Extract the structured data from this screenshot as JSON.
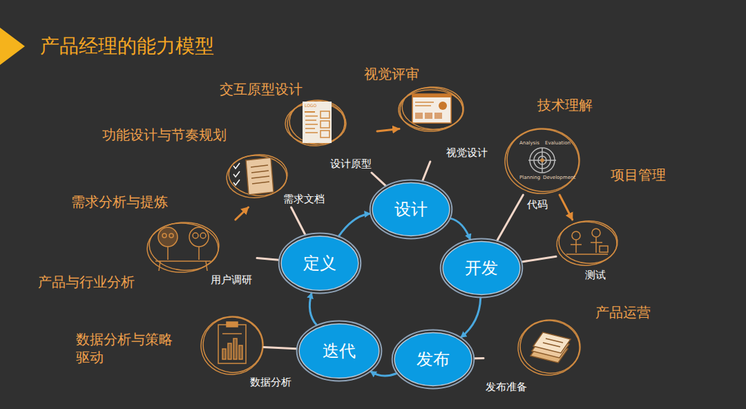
{
  "diagram": {
    "title": "产品经理的能力模型",
    "nodes": [
      {
        "text": [
          "定义"
        ]
      },
      {
        "text": [
          "设计"
        ]
      },
      {
        "text": [
          "开发"
        ]
      },
      {
        "text": [
          "发布"
        ]
      },
      {
        "text": [
          "迭代"
        ]
      },
      {
        "text": [
          "设计原型"
        ]
      },
      {
        "text": [
          "视觉设计"
        ]
      },
      {
        "text": [
          "需求文档"
        ]
      },
      {
        "text": [
          "用户调研"
        ]
      },
      {
        "text": [
          "代码"
        ]
      },
      {
        "text": [
          "测试"
        ]
      },
      {
        "text": [
          "发布准备"
        ]
      },
      {
        "text": [
          "数据分析"
        ]
      }
    ],
    "edges": [
      {
        "from": 0,
        "to": 1,
        "arrow": "to"
      },
      {
        "from": 1,
        "to": 2,
        "arrow": "to"
      },
      {
        "from": 2,
        "to": 3,
        "arrow": "to"
      },
      {
        "from": 3,
        "to": 4,
        "arrow": "to"
      },
      {
        "from": 4,
        "to": 0,
        "arrow": "to"
      },
      {
        "from": 1,
        "to": 5,
        "arrow": "none"
      },
      {
        "from": 1,
        "to": 6,
        "arrow": "none"
      },
      {
        "from": 0,
        "to": 7,
        "arrow": "none"
      },
      {
        "from": 0,
        "to": 8,
        "arrow": "none"
      },
      {
        "from": 2,
        "to": 9,
        "arrow": "none"
      },
      {
        "from": 2,
        "to": 10,
        "arrow": "none"
      },
      {
        "from": 3,
        "to": 11,
        "arrow": "none"
      },
      {
        "from": 4,
        "to": 12,
        "arrow": "none"
      },
      {
        "from": 5,
        "to": 6,
        "arrow": "to"
      },
      {
        "from": 8,
        "to": 7,
        "arrow": "to"
      },
      {
        "from": 9,
        "to": 10,
        "arrow": "to"
      }
    ],
    "labels": [
      "交互原型设计",
      "视觉评审",
      "功能设计与节奏规划",
      "需求分析与提炼",
      "产品与行业分析",
      "数据分析与策略驱动",
      "技术理解",
      "项目管理",
      "产品运营",
      "LOGO",
      "Analysis",
      "Evaluation",
      "Planning",
      "Development"
    ]
  }
}
